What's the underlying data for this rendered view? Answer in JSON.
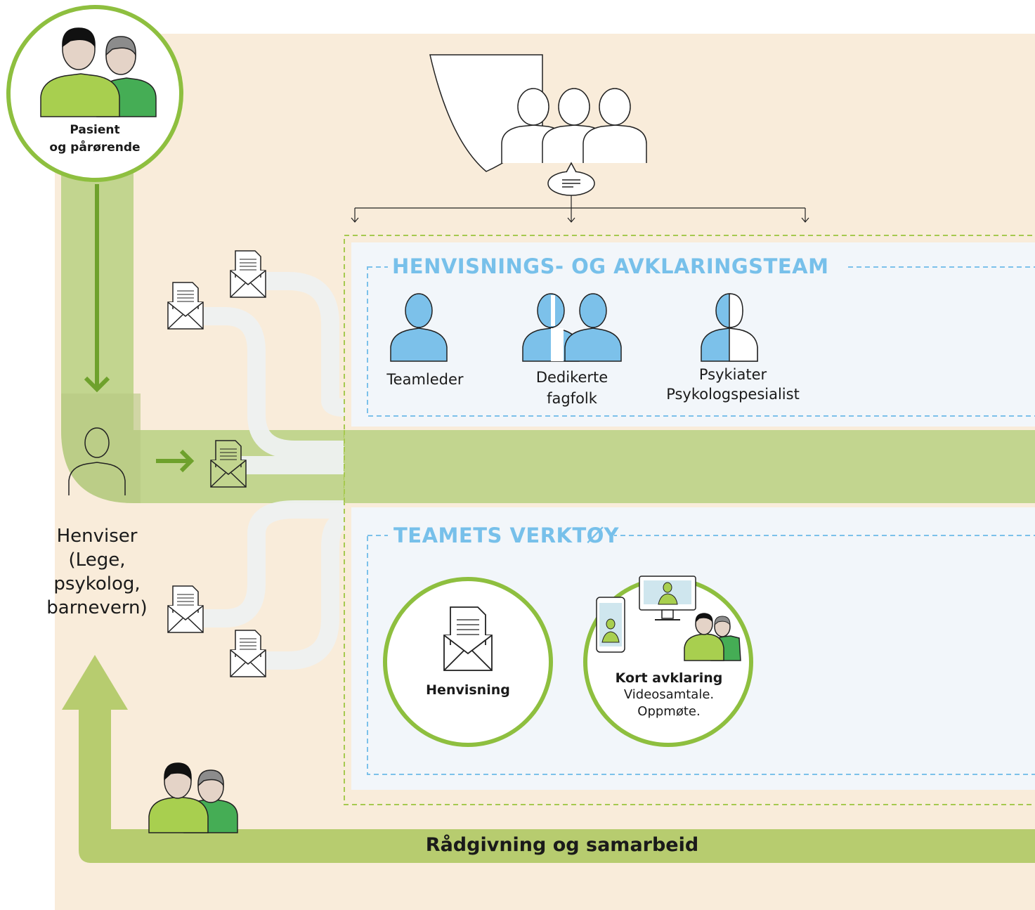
{
  "patient": {
    "line1": "Pasient",
    "line2": "og pårørende"
  },
  "referrer": {
    "line1": "Henviser",
    "line2": "(Lege,",
    "line3": "psykolog,",
    "line4": "barnevern)"
  },
  "team": {
    "title": "HENVISNINGS- OG  AVKLARINGSTEAM",
    "roles": [
      {
        "line1": "Teamleder",
        "line2": ""
      },
      {
        "line1": "Dedikerte",
        "line2": "fagfolk"
      },
      {
        "line1": "Psykiater",
        "line2": "Psykologspesialist"
      }
    ]
  },
  "tools": {
    "title": "TEAMETS VERKTØY",
    "referral": "Henvisning",
    "clarification": {
      "title": "Kort avklaring",
      "line2": "Videosamtale.",
      "line3": "Oppmøte."
    }
  },
  "footer": {
    "label": "Rådgivning og samarbeid"
  },
  "colors": {
    "background": "#f9ecda",
    "green_band": "#bdd48c",
    "green_dark": "#78a832",
    "green_circle": "#8ebf3f",
    "blue": "#7cc1ea",
    "panel": "#f2f6fa"
  }
}
